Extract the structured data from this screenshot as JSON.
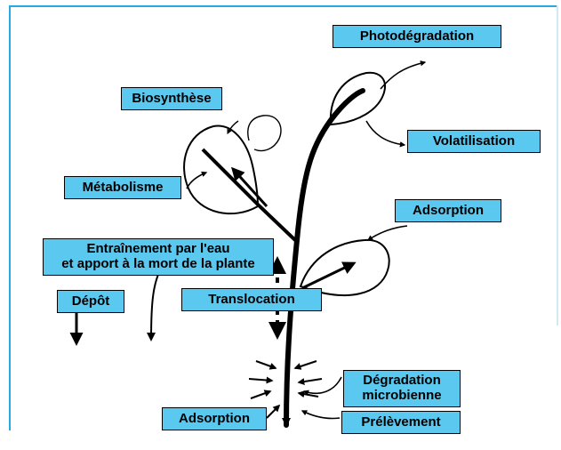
{
  "labels": {
    "photodegradation": "Photodégradation",
    "biosynthese": "Biosynthèse",
    "volatilisation": "Volatilisation",
    "metabolisme": "Métabolisme",
    "adsorption_top": "Adsorption",
    "entrainement_line1": "Entraînement par l'eau",
    "entrainement_line2": "et apport à la mort de la plante",
    "depot": "Dépôt",
    "translocation": "Translocation",
    "degradation_line1": "Dégradation",
    "degradation_line2": "microbienne",
    "adsorption_bottom": "Adsorption",
    "prelevement": "Prélèvement"
  },
  "colors": {
    "label_fill": "#5bc8f0",
    "frame": "#2aa8e0",
    "ink": "#000000"
  }
}
